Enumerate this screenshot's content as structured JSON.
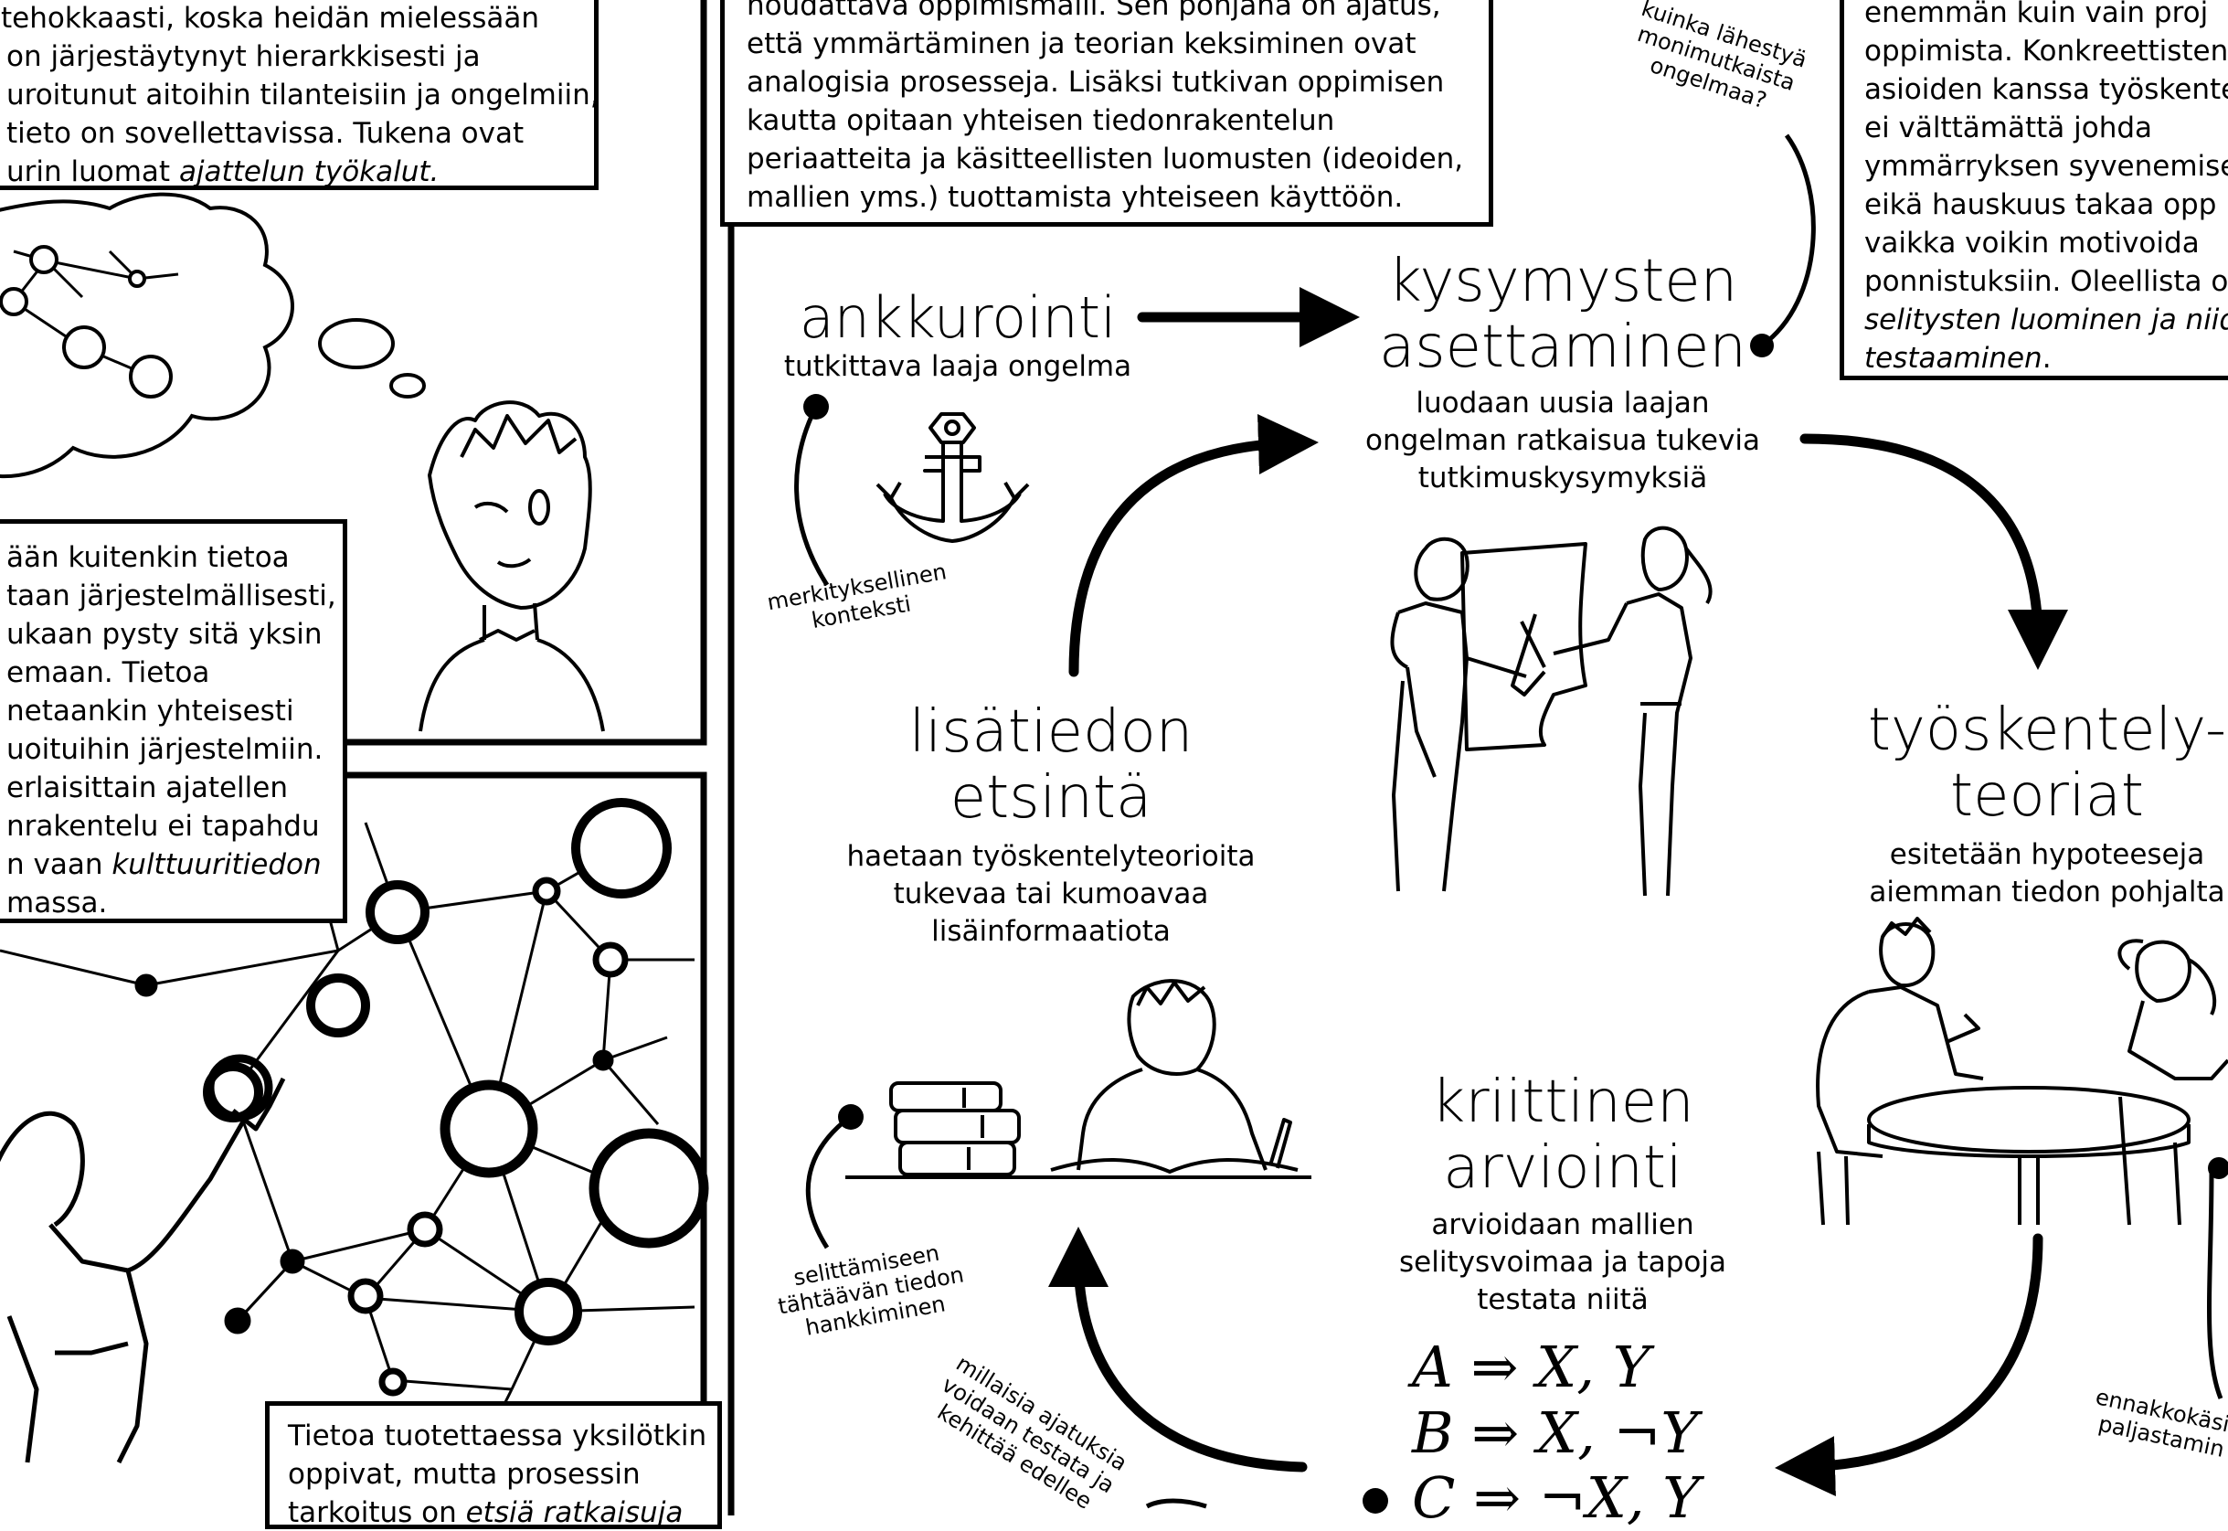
{
  "left_panel": {
    "top_box_lines": [
      "tehokkaasti, koska heidän mielessään",
      "on järjestäytynyt hierarkkisesti ja",
      "uroitunut aitoihin tilanteisiin ja ongelmiin,",
      "tieto on sovellettavissa. Tukena ovat"
    ],
    "top_box_last_prefix": "urin luomat ",
    "top_box_last_em": "ajattelun työkalut.",
    "mid_box_lines": [
      "ään kuitenkin tietoa",
      "taan järjestelmällisesti,",
      "ukaan pysty sitä yksin",
      "emaan. Tietoa",
      "netaankin yhteisesti",
      "uoituihin järjestelmiin.",
      "erlaisittain ajatellen",
      "nrakentelu ei tapahdu"
    ],
    "mid_box_em_prefix": "n vaan ",
    "mid_box_em": "kulttuuritiedon",
    "mid_box_last": "massa.",
    "bottom_box_lines": [
      "Tietoa tuotettaessa yksilötkin",
      "oppivat, mutta prosessin"
    ],
    "bottom_box_last_prefix": "tarkoitus on ",
    "bottom_box_last_em": "etsiä ratkaisuja"
  },
  "center_top_box_lines": [
    "noudattava oppimismalli. Sen pohjana on ajatus,",
    "että ymmärtäminen ja teorian keksiminen ovat",
    "analogisia prosesseja. Lisäksi tutkivan oppimisen",
    "kautta opitaan yhteisen tiedonrakentelun",
    "periaatteita ja käsitteellisten luomusten (ideoiden,",
    "mallien yms.) tuottamista yhteiseen käyttöön."
  ],
  "right_top_box": {
    "lines": [
      "enemmän kuin vain proj",
      "oppimista. Konkreettisten",
      "asioiden kanssa työskente",
      "ei välttämättä johda",
      "ymmärryksen syvenemise",
      "eikä hauskuus takaa opp",
      "vaikka voikin motivoida",
      "ponnistuksiin. Oleellista on"
    ],
    "em_lines": [
      "selitysten luominen ja niid",
      "testaaminen"
    ],
    "em_suffix": "."
  },
  "stages": {
    "ankkurointi": {
      "title": "ankkurointi",
      "sub": [
        "tutkittava laaja ongelma"
      ]
    },
    "kysymysten": {
      "title": [
        "kysymysten",
        "asettaminen"
      ],
      "sub": [
        "luodaan uusia laajan",
        "ongelman ratkaisua tukevia",
        "tutkimuskysymyksiä"
      ]
    },
    "tyoskentely": {
      "title": [
        "työskentely-",
        "teoriat"
      ],
      "sub": [
        "esitetään hypoteeseja",
        "aiemman tiedon pohjalta"
      ]
    },
    "lisatiedon": {
      "title": [
        "lisätiedon",
        "etsintä"
      ],
      "sub": [
        "haetaan työskentelyteorioita",
        "tukevaa tai kumoavaa",
        "lisäinformaatiota"
      ]
    },
    "kriittinen": {
      "title": [
        "kriittinen",
        "arviointi"
      ],
      "sub": [
        "arvioidaan mallien",
        "selitysvoimaa ja tapoja",
        "testata niitä"
      ]
    }
  },
  "notes": {
    "merkityksellinen": [
      "merkityksellinen",
      "konteksti"
    ],
    "kuinka": [
      "kuinka lähestyä",
      "monimutkaista",
      "ongelmaa?"
    ],
    "selittamiseen": [
      "selittämiseen",
      "tähtäävän tiedon",
      "hankkiminen"
    ],
    "millaisia": [
      "millaisia ajatuksia",
      "voidaan testata ja",
      "kehittää edellee"
    ],
    "ennakko": [
      "ennakkokäsit",
      "paljastamin"
    ]
  },
  "math_lines": [
    "A ⇒ X, Y",
    "B ⇒ X, ¬Y",
    "C ⇒ ¬X, Y"
  ],
  "icons": [
    "anchor-icon",
    "books-icon",
    "person-drawing",
    "network-icon",
    "thought-bubble-icon"
  ]
}
